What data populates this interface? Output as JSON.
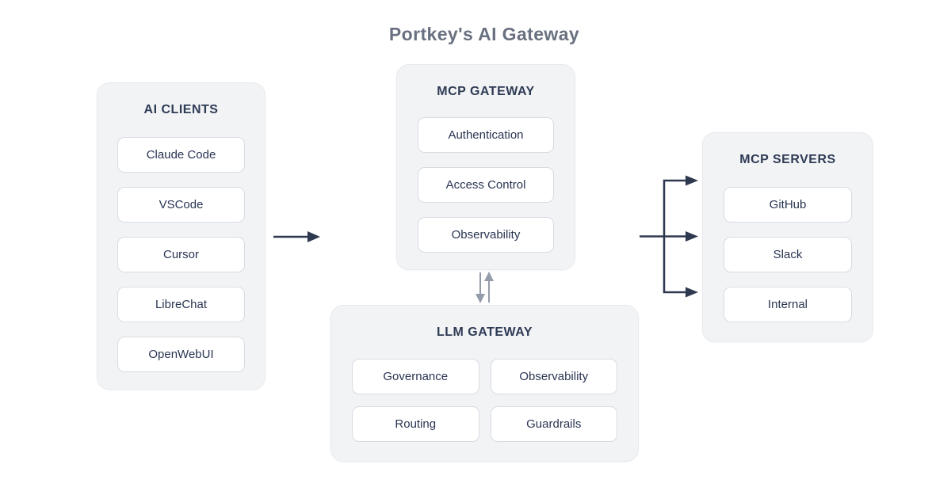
{
  "title": "Portkey's AI Gateway",
  "colors": {
    "background": "#ffffff",
    "title": "#697180",
    "heading": "#2e3b55",
    "item_text": "#293552",
    "panel_bg": "#f2f3f5",
    "panel_border": "#e8eaee",
    "item_bg": "#ffffff",
    "item_border": "#d8dce2",
    "arrow_dark": "#2e3950",
    "arrow_gray": "#959ca9"
  },
  "panels": {
    "ai_clients": {
      "heading": "AI CLIENTS",
      "items": [
        "Claude Code",
        "VSCode",
        "Cursor",
        "LibreChat",
        "OpenWebUI"
      ]
    },
    "mcp_gateway": {
      "heading": "MCP GATEWAY",
      "items": [
        "Authentication",
        "Access Control",
        "Observability"
      ]
    },
    "llm_gateway": {
      "heading": "LLM GATEWAY",
      "items": [
        "Governance",
        "Observability",
        "Routing",
        "Guardrails"
      ]
    },
    "mcp_servers": {
      "heading": "MCP SERVERS",
      "items": [
        "GitHub",
        "Slack",
        "Internal"
      ]
    }
  },
  "arrows": {
    "clients_to_mcp_gateway": {
      "type": "single",
      "direction": "right",
      "color": "dark"
    },
    "mcp_gateway_llm_gateway": {
      "type": "bidirectional",
      "direction": "vertical",
      "color": "gray"
    },
    "mcp_gateway_to_mcp_servers": {
      "type": "branching",
      "direction": "right",
      "branches": 3,
      "color": "dark"
    }
  }
}
